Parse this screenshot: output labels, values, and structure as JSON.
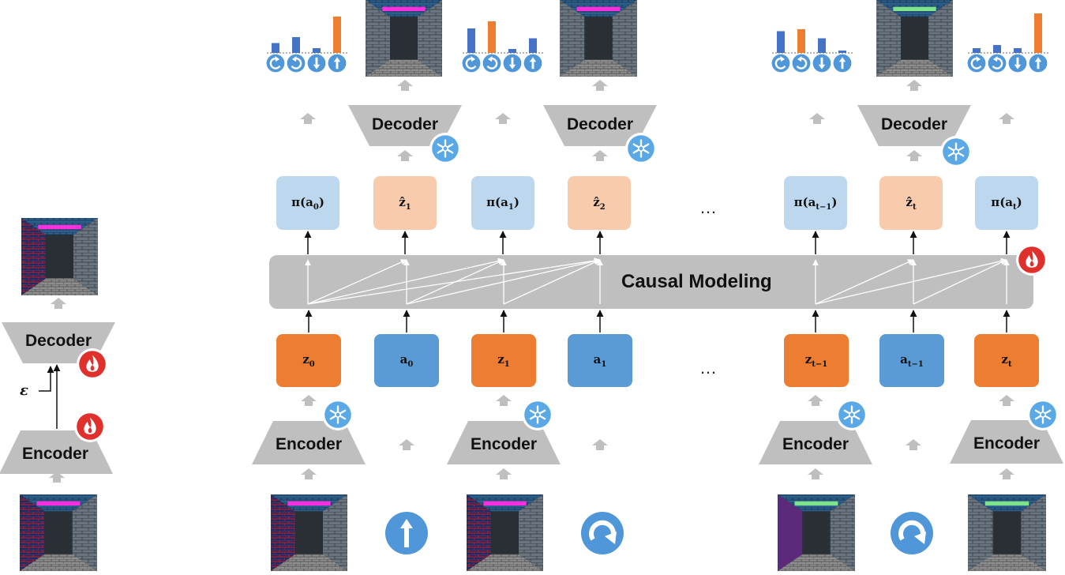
{
  "colors": {
    "latent": "#ed7d31",
    "action": "#5b9bd5",
    "policy": "#bdd7ee",
    "predicted_latent": "#f8cbad",
    "block_gray": "#bfbfbf",
    "frozen": "#5aa9e6",
    "trainable": "#e0302b"
  },
  "left": {
    "decoder_label": "Decoder",
    "encoder_label": "Encoder",
    "epsilon_label": "ε"
  },
  "main": {
    "causal_label": "Causal Modeling",
    "ellipsis": "…",
    "encoder_label": "Encoder",
    "decoder_label": "Decoder",
    "inputs": [
      "z0",
      "a0",
      "z1",
      "a1",
      "zt-1",
      "at-1",
      "zt"
    ],
    "outputs": [
      "π(a0)",
      "ẑ1",
      "π(a1)",
      "ẑ2",
      "π(at-1)",
      "ẑt",
      "π(at)"
    ],
    "action_icons": [
      "arrow-up-icon",
      "rotate-cw-icon",
      "rotate-cw-icon"
    ]
  },
  "icons": {
    "frozen": "snowflake-icon",
    "trainable": "flame-icon"
  },
  "policy_bars": [
    [
      0.25,
      0.4,
      0.12,
      0.92
    ],
    [
      0.62,
      0.8,
      0.1,
      0.37
    ],
    [
      0.55,
      0.6,
      0.37,
      0.06
    ],
    [
      0.12,
      0.2,
      0.12,
      1.0
    ]
  ]
}
